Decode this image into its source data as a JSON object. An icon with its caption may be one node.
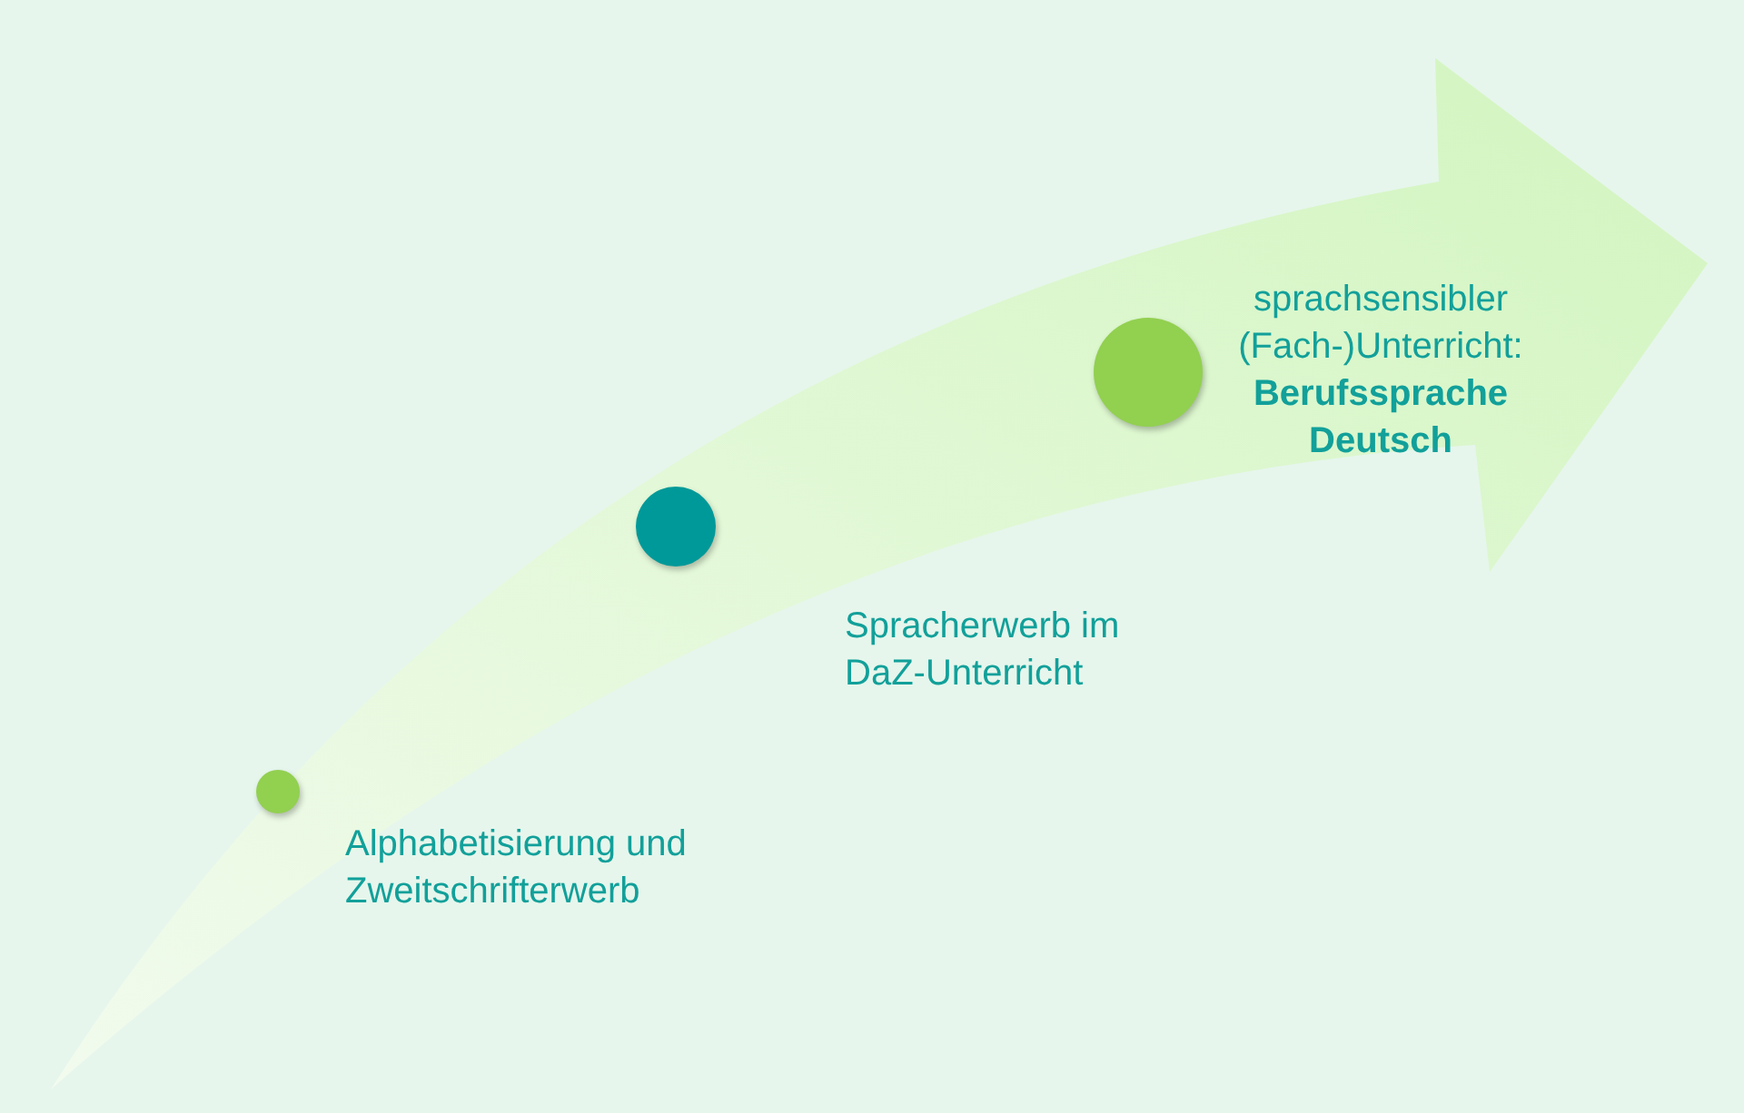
{
  "diagram": {
    "nodes": [
      {
        "text": [],
        "shape": "circle",
        "beside": [
          "Alphabetisierung und Zweitschrifterwerb"
        ]
      },
      {
        "text": [],
        "shape": "circle",
        "beside": [
          "Spracherwerb im DaZ-Unterricht"
        ]
      },
      {
        "text": [],
        "shape": "circle",
        "beside": [
          "sprachsensibler (Fach-)Unterricht: **Berufssprache Deutsch**"
        ]
      }
    ]
  }
}
